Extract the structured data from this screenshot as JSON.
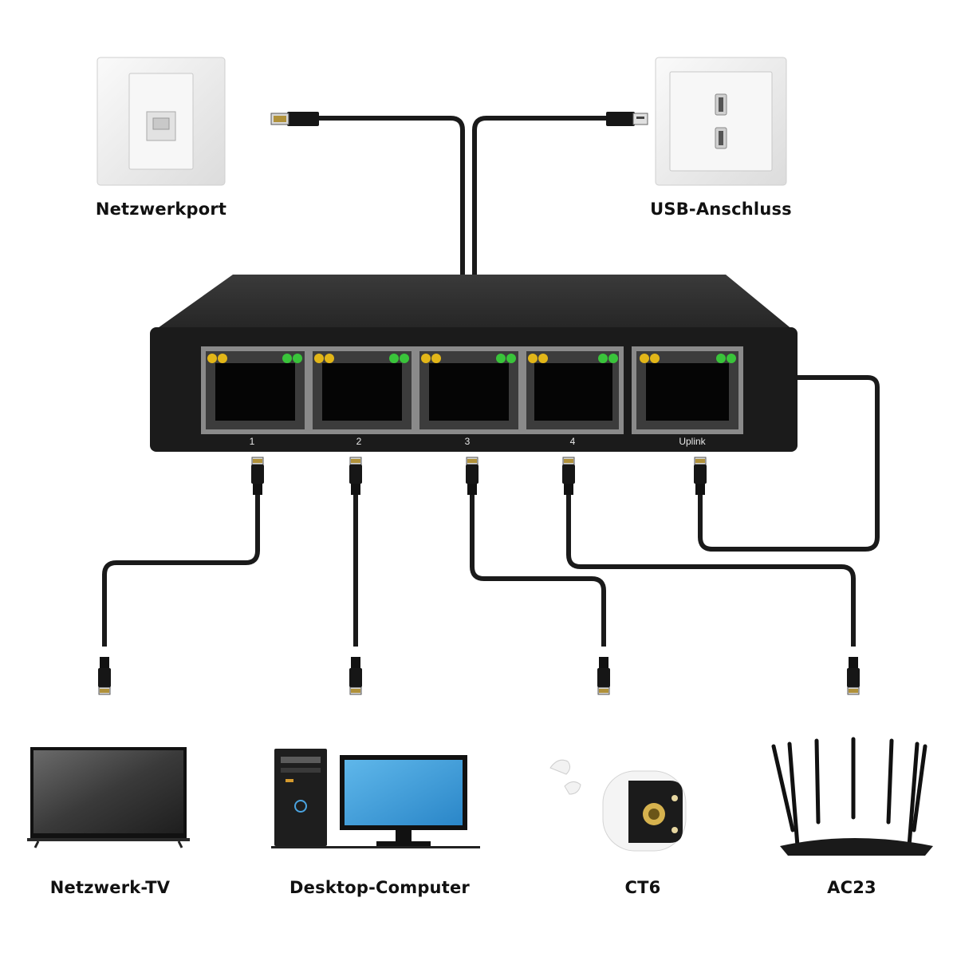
{
  "labels": {
    "network_port": "Netzwerkport",
    "usb_port": "USB-Anschluss",
    "tv": "Netzwerk-TV",
    "desktop": "Desktop-Computer",
    "camera": "CT6",
    "router": "AC23"
  },
  "ports": {
    "p1": "1",
    "p2": "2",
    "p3": "3",
    "p4": "4",
    "uplink": "Uplink"
  },
  "colors": {
    "switch_body": "#1b1b1b",
    "switch_top": "#2c2c2c",
    "port_frame": "#8a8a8a",
    "led_yellow": "#e2b618",
    "led_green": "#39c43a",
    "cable": "#1a1a1a",
    "wall_plate": "#f1f1f1"
  }
}
